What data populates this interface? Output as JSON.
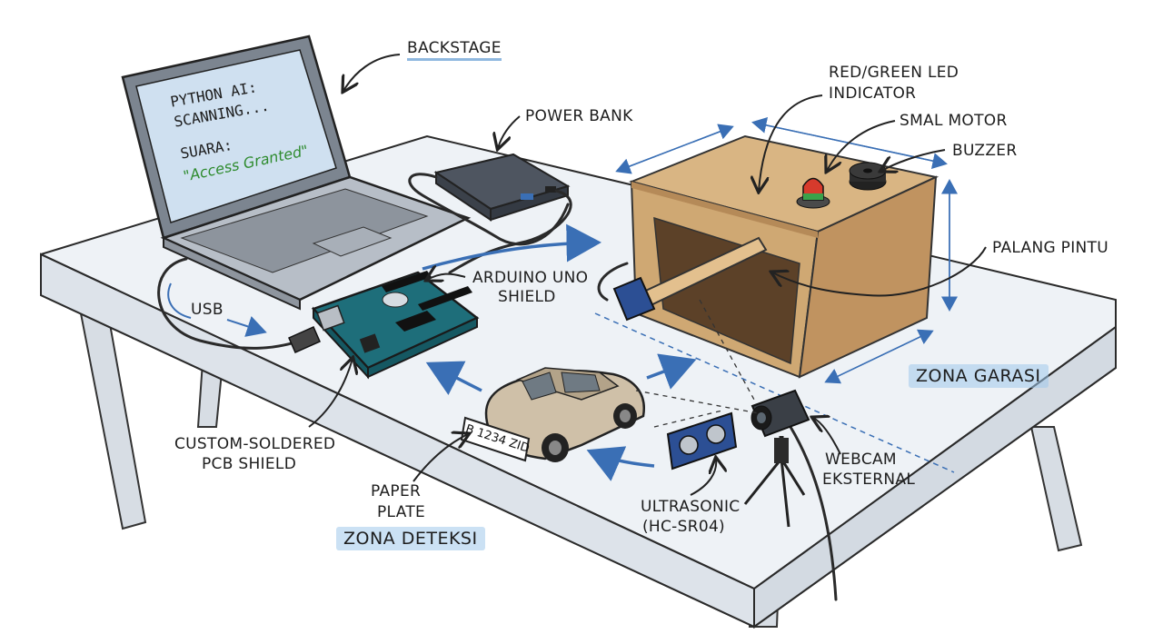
{
  "labels": {
    "backstage": "BACKSTAGE",
    "power_bank": "POWER BANK",
    "led": [
      "RED/GREEN LED",
      "INDICATOR"
    ],
    "motor": "SMAL MOTOR",
    "buzzer": "BUZZER",
    "palang": "PALANG PINTU",
    "arduino": [
      "ARDUINO UNO",
      "SHIELD"
    ],
    "usb": "USB",
    "pcb": [
      "CUSTOM-SOLDERED",
      "PCB SHIELD"
    ],
    "paper_plate": [
      "PAPER",
      "PLATE"
    ],
    "ultrasonic": [
      "ULTRASONIC",
      "(HC-SR04)"
    ],
    "webcam": [
      "WEBCAM",
      "EKSTERNAL"
    ]
  },
  "zones": {
    "garasi": "ZONA GARASI",
    "deteksi": "ZONA DETEKSI"
  },
  "laptop_screen": {
    "line1": "PYTHON AI:",
    "line2": "SCANNING...",
    "line3": "SUARA:",
    "line4": "\"Access Granted\""
  },
  "plate_text": "B 1234 ZID",
  "colors": {
    "accent_blue": "#3a6fb5",
    "cardboard": "#d9b583",
    "pcb_teal": "#1e6e7a",
    "zone_highlight": "#a0c8eb",
    "screen_green": "#2e8b2e"
  }
}
